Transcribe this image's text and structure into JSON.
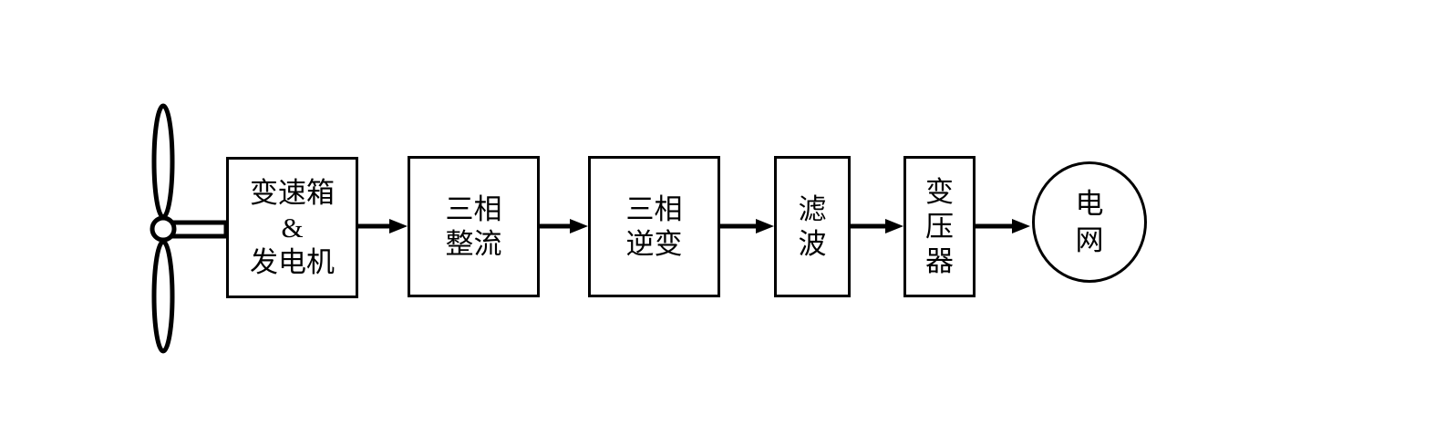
{
  "diagram": {
    "type": "flow-block-diagram",
    "direction": "left-to-right",
    "colors": {
      "stroke": "#000000",
      "text": "#000000",
      "background": "#ffffff"
    },
    "source_icon": "wind-turbine-propeller-icon",
    "nodes": [
      {
        "id": "gearbox-generator",
        "shape": "rect",
        "label": "变速箱 & 发电机",
        "label_lines": [
          "变速箱",
          "&",
          "发电机"
        ]
      },
      {
        "id": "three-phase-rectifier",
        "shape": "rect",
        "label": "三相整流",
        "label_lines": [
          "三相",
          "整流"
        ]
      },
      {
        "id": "three-phase-inverter",
        "shape": "rect",
        "label": "三相逆变",
        "label_lines": [
          "三相",
          "逆变"
        ]
      },
      {
        "id": "filter",
        "shape": "rect",
        "label": "滤波",
        "label_lines": [
          "滤",
          "波"
        ]
      },
      {
        "id": "transformer",
        "shape": "rect",
        "label": "变压器",
        "label_lines": [
          "变",
          "压",
          "器"
        ]
      },
      {
        "id": "power-grid",
        "shape": "circle",
        "label": "电网",
        "label_lines": [
          "电",
          "网"
        ]
      }
    ],
    "connections": [
      {
        "from": "wind-turbine",
        "to": "gearbox-generator",
        "style": "shaft"
      },
      {
        "from": "gearbox-generator",
        "to": "three-phase-rectifier",
        "style": "arrow"
      },
      {
        "from": "three-phase-rectifier",
        "to": "three-phase-inverter",
        "style": "arrow"
      },
      {
        "from": "three-phase-inverter",
        "to": "filter",
        "style": "arrow"
      },
      {
        "from": "filter",
        "to": "transformer",
        "style": "arrow"
      },
      {
        "from": "transformer",
        "to": "power-grid",
        "style": "arrow"
      }
    ]
  }
}
